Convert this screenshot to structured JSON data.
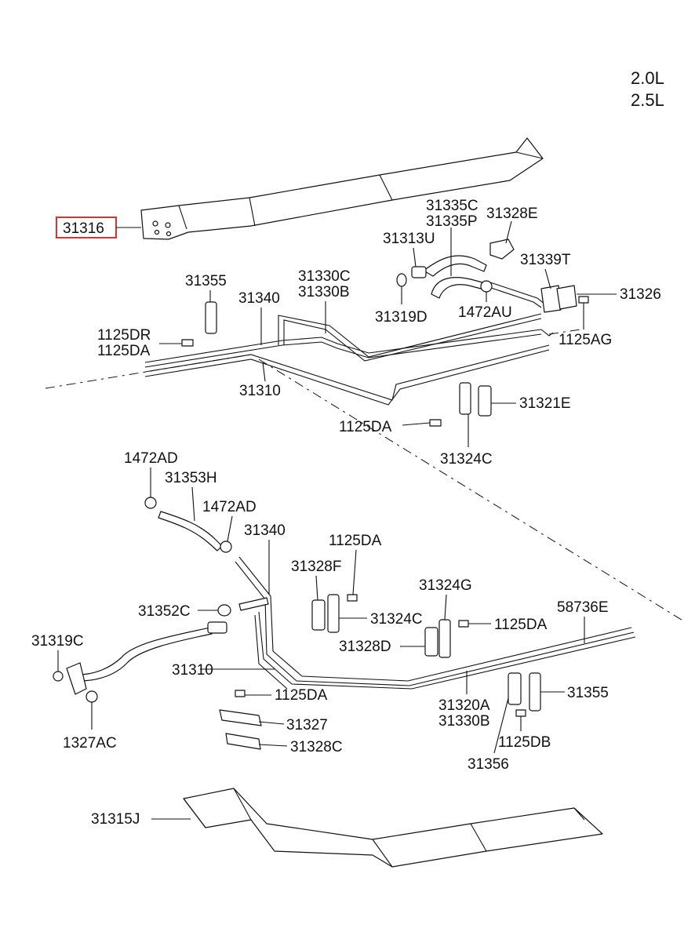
{
  "engine_labels": [
    "2.0L",
    "2.5L"
  ],
  "highlighted_part": "31316",
  "part_labels": {
    "p31316": "31316",
    "p31335C": "31335C",
    "p31335P": "31335P",
    "p31328E": "31328E",
    "p31313U": "31313U",
    "p31339T": "31339T",
    "p31355_top": "31355",
    "p31340_top": "31340",
    "p31330C": "31330C",
    "p31330B_top": "31330B",
    "p31326": "31326",
    "p31319D": "31319D",
    "p1472AU": "1472AU",
    "p1125DR": "1125DR",
    "p1125DA_1": "1125DA",
    "p1125AG": "1125AG",
    "p31310_top": "31310",
    "p31321E": "31321E",
    "p1125DA_2": "1125DA",
    "p31324C_top": "31324C",
    "p1472AD_1": "1472AD",
    "p31353H": "31353H",
    "p1472AD_2": "1472AD",
    "p31340_bot": "31340",
    "p1125DA_3": "1125DA",
    "p31328F": "31328F",
    "p31324G": "31324G",
    "p31352C": "31352C",
    "p31324C_bot": "31324C",
    "p1125DA_4": "1125DA",
    "p58736E": "58736E",
    "p31319C": "31319C",
    "p31328D": "31328D",
    "p31310_bot": "31310",
    "p1125DA_5": "1125DA",
    "p31320A": "31320A",
    "p31330B_bot": "31330B",
    "p31355_bot": "31355",
    "p1327AC": "1327AC",
    "p31327": "31327",
    "p1125DB": "1125DB",
    "p31328C": "31328C",
    "p31356": "31356",
    "p31315J": "31315J"
  },
  "colors": {
    "line": "#111111",
    "highlight": "#e0312b",
    "background": "#ffffff"
  }
}
